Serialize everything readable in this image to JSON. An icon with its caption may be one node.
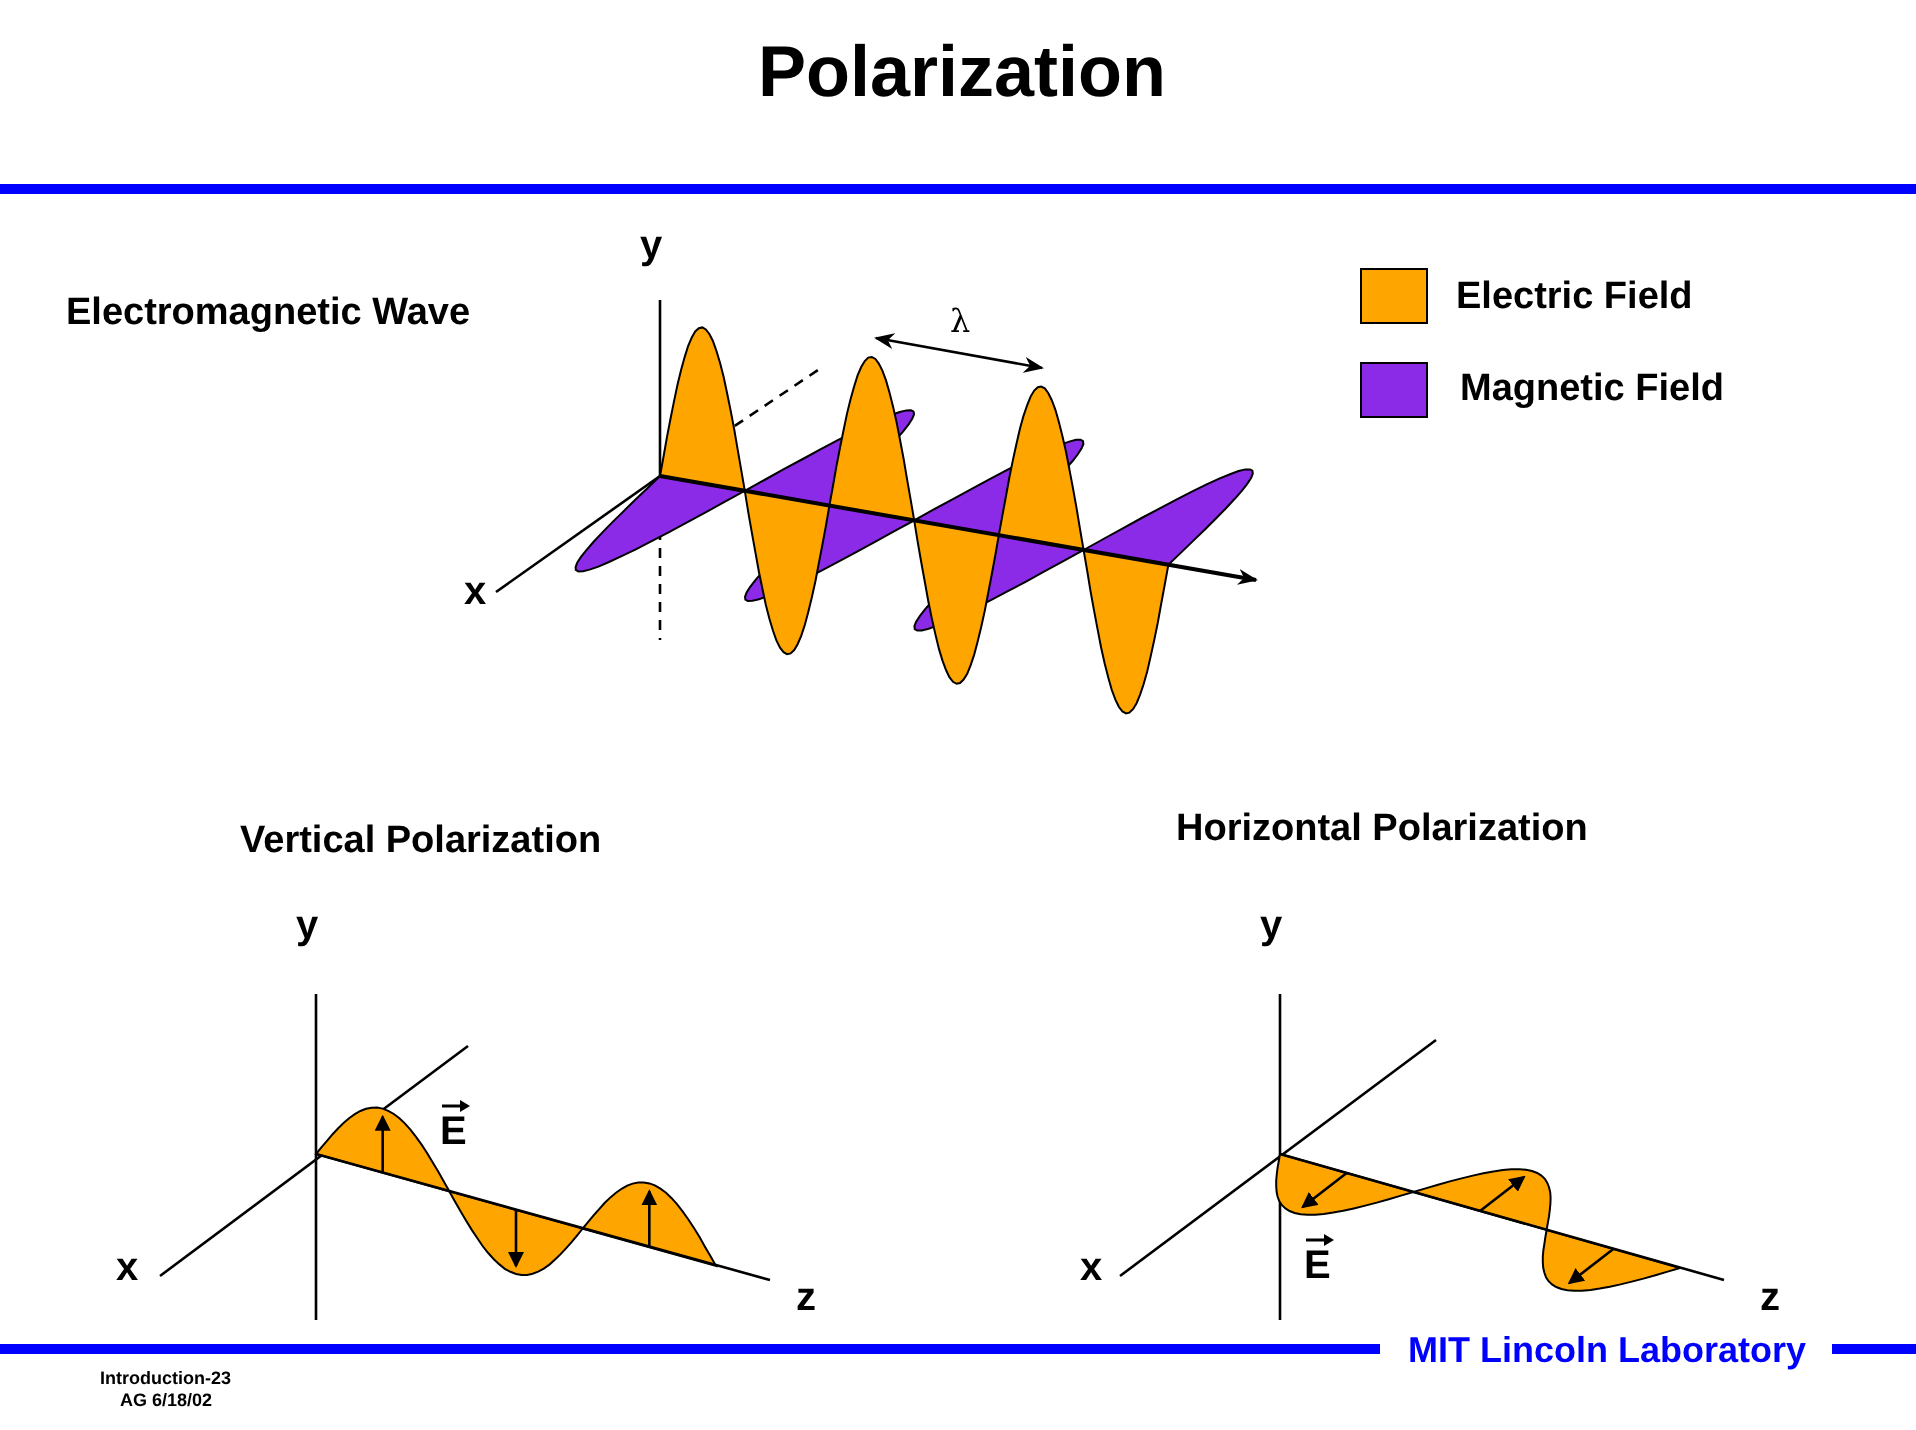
{
  "diagram": {
    "title": "Polarization",
    "labels": [
      "Electromagnetic Wave",
      "y",
      "x",
      "λ",
      "Vertical Polarization",
      "y",
      "x",
      "z",
      "E",
      "Horizontal Polarization",
      "y",
      "x",
      "z",
      "E",
      "MIT Lincoln Laboratory",
      "Introduction-23",
      "AG 6/18/02"
    ],
    "legend": [
      {
        "text": "Electric Field",
        "color": "#ffa500"
      },
      {
        "text": "Magnetic Field",
        "color": "#8b2be8"
      }
    ]
  }
}
